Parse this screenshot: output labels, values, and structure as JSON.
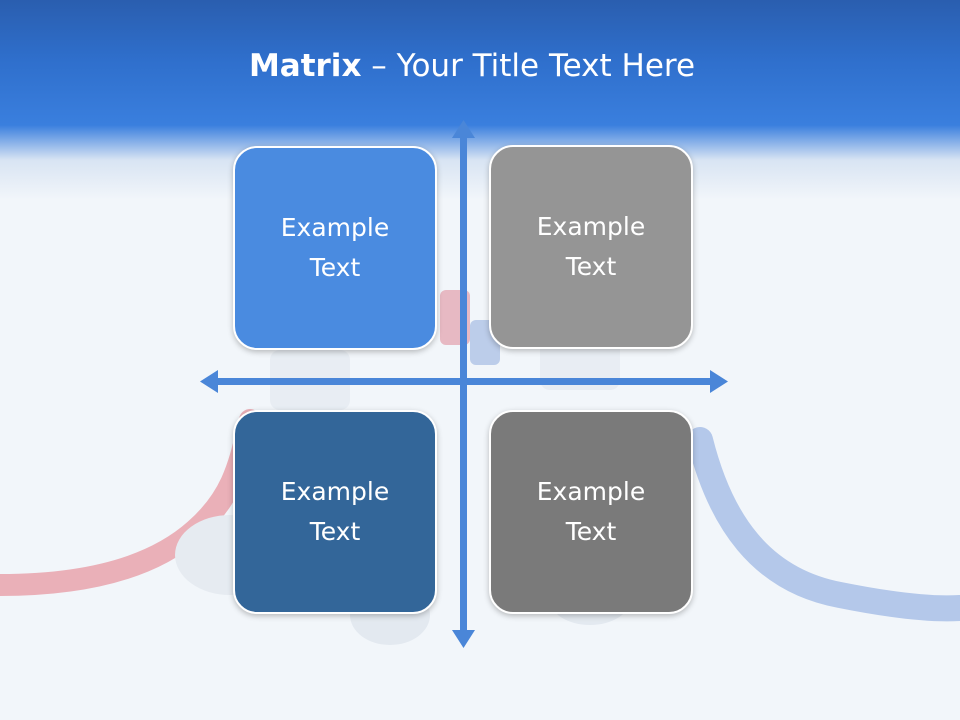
{
  "title": {
    "bold": "Matrix",
    "rest": " – Your Title Text Here"
  },
  "quadrants": [
    {
      "label": "Example\nText",
      "color": "#4a8be0"
    },
    {
      "label": "Example\nText",
      "color": "#959595"
    },
    {
      "label": "Example\nText",
      "color": "#336699"
    },
    {
      "label": "Example\nText",
      "color": "#7a7a7a"
    }
  ],
  "colors": {
    "header": "#2f6fcc",
    "arrow": "#4a86d8",
    "background": "#f2f6fa"
  }
}
